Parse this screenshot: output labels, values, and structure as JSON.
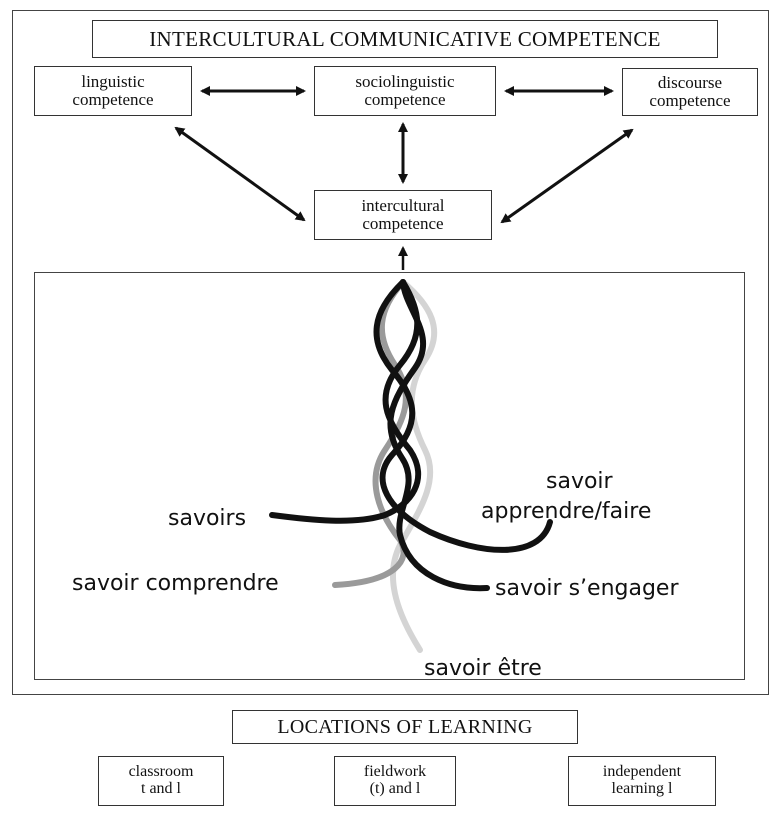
{
  "title": "INTERCULTURAL COMMUNICATIVE COMPETENCE",
  "competences": {
    "linguistic": [
      "linguistic",
      "competence"
    ],
    "sociolinguistic": [
      "sociolinguistic",
      "competence"
    ],
    "discourse": [
      "discourse",
      "competence"
    ],
    "intercultural": [
      "intercultural",
      "competence"
    ]
  },
  "strands": {
    "savoirs": "savoirs",
    "apprendre": [
      "savoir",
      "apprendre/faire"
    ],
    "comprendre": "savoir comprendre",
    "engager": "savoir s’engager",
    "etre": "savoir être"
  },
  "locations": {
    "title": "LOCATIONS OF LEARNING",
    "classroom": [
      "classroom",
      "t and l"
    ],
    "fieldwork": [
      "fieldwork",
      "(t) and l"
    ],
    "independent": [
      "independent",
      "learning l"
    ]
  }
}
